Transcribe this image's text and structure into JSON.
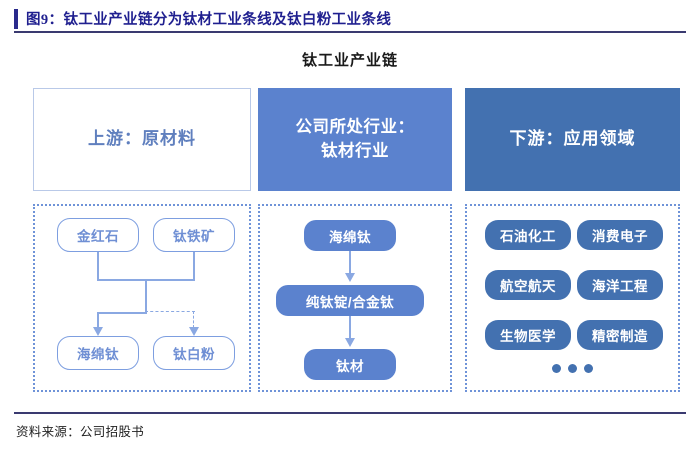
{
  "figure": {
    "label": "图9：钛工业产业链分为钛材工业条线及钛白粉工业条线",
    "accent_color": "#2a2a8c",
    "title_color": "#1f1f8f"
  },
  "chart_title": "钛工业产业链",
  "source": "资料来源：公司招股书",
  "colors": {
    "upstream_border": "#b9c9e8",
    "upstream_text": "#5f7fbe",
    "midstream_fill": "#5b82ce",
    "downstream_fill": "#4371b0",
    "connector": "#8aa8e2",
    "dotted_border": "#6f93d8"
  },
  "chart_data": {
    "type": "diagram",
    "title": "钛工业产业链",
    "columns": [
      {
        "id": "upstream",
        "header": "上游：原材料",
        "style": "outline",
        "nodes": [
          {
            "id": "rutile",
            "label": "金红石",
            "row": 1,
            "col": 1
          },
          {
            "id": "ilmenite",
            "label": "钛铁矿",
            "row": 1,
            "col": 2
          },
          {
            "id": "sponge_ti_up",
            "label": "海绵钛",
            "row": 2,
            "col": 1
          },
          {
            "id": "tio2",
            "label": "钛白粉",
            "row": 2,
            "col": 2
          }
        ],
        "edges": [
          {
            "from": "rutile",
            "to": "sponge_ti_up",
            "style": "solid",
            "arrow": true
          },
          {
            "from": "ilmenite",
            "to": "sponge_ti_up",
            "style": "solid",
            "arrow": true
          },
          {
            "from": "rutile",
            "to": "tio2",
            "style": "dashed",
            "arrow": true
          },
          {
            "from": "ilmenite",
            "to": "tio2",
            "style": "dashed",
            "arrow": true
          }
        ]
      },
      {
        "id": "midstream",
        "header_line1": "公司所处行业：",
        "header_line2": "钛材行业",
        "style": "filled",
        "nodes": [
          {
            "id": "sponge_ti",
            "label": "海绵钛"
          },
          {
            "id": "ingot",
            "label": "纯钛锭/合金钛"
          },
          {
            "id": "ti_material",
            "label": "钛材"
          }
        ],
        "edges": [
          {
            "from": "sponge_ti",
            "to": "ingot",
            "style": "solid",
            "arrow": true
          },
          {
            "from": "ingot",
            "to": "ti_material",
            "style": "solid",
            "arrow": true
          }
        ]
      },
      {
        "id": "downstream",
        "header": "下游：应用领域",
        "style": "filled-dark",
        "nodes": [
          {
            "id": "petrochem",
            "label": "石油化工"
          },
          {
            "id": "consumer_elec",
            "label": "消费电子"
          },
          {
            "id": "aerospace",
            "label": "航空航天"
          },
          {
            "id": "marine",
            "label": "海洋工程"
          },
          {
            "id": "biomed",
            "label": "生物医学"
          },
          {
            "id": "precision",
            "label": "精密制造"
          }
        ],
        "more_indicator": "•••"
      }
    ]
  }
}
